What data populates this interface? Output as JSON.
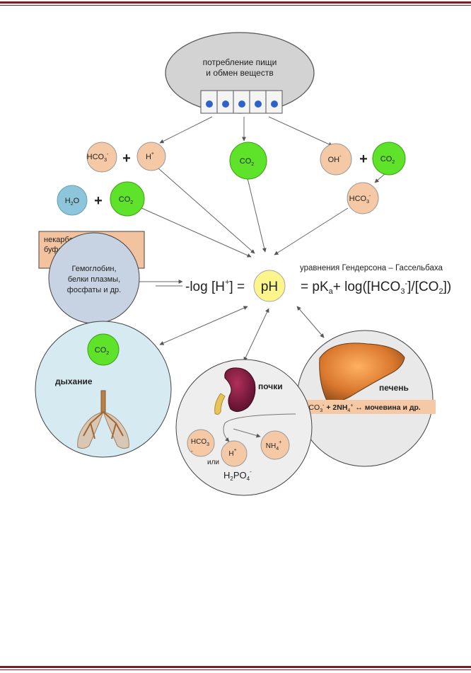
{
  "food": {
    "line1": "потребление пищи",
    "line2": "и обмен веществ"
  },
  "molecules": {
    "hco3": "HCO",
    "hco3_sub": "3",
    "hco3_sup": "-",
    "h": "H",
    "h_sup": "+",
    "co2": "CO",
    "co2_sub": "2",
    "oh": "OH",
    "oh_sup": "-",
    "h2o_h": "H",
    "h2o_sub": "2",
    "h2o_o": "O",
    "plus": "+"
  },
  "buffers": {
    "label_line1": "некарбонатные",
    "label_line2": "буферы",
    "circle_line1": "Гемоглобин,",
    "circle_line2": "белки плазмы,",
    "circle_line3": "фосфаты и др."
  },
  "equation": {
    "title": "уравнения Гендерсона – Гассельбаха",
    "left": "-log [H",
    "left_sup": "+",
    "left_end": "] =",
    "ph": "pH",
    "right_eq": "= pK",
    "right_sub": "a",
    "right_log": "+ log([HCO",
    "right_hco3_sub": "3",
    "right_hco3_sup": "-",
    "right_mid": "]/[CO",
    "right_co2_sub": "2",
    "right_end": "])"
  },
  "respiration": {
    "label": "дыхание",
    "co2": "CO",
    "co2_sub": "2"
  },
  "kidneys": {
    "label": "почки",
    "hco3": "HCO",
    "hco3_sub": "3",
    "hco3_sup": "-",
    "or": "или",
    "h": "H",
    "h_sup": "+",
    "nh4": "NH",
    "nh4_sub": "4",
    "nh4_sup": "+",
    "h2po4": "H",
    "h2po4_sub1": "2",
    "h2po4_mid": "PO",
    "h2po4_sub2": "4",
    "h2po4_sup": "-"
  },
  "liver": {
    "label": "печень",
    "reaction_a": "2HCO",
    "reaction_a_sub": "3",
    "reaction_a_sup": "-",
    "reaction_b": " + 2NH",
    "reaction_b_sub": "4",
    "reaction_b_sup": "+",
    "reaction_c": " ↔ мочевина и др."
  },
  "colors": {
    "rule": "#7a1e22",
    "peach": "#f6c9a6",
    "green": "#5ee22a",
    "blue_circle": "#8dc5da",
    "yellow": "#fbf58c",
    "buffer_circle": "#c7d3e2",
    "buffer_rect": "#f3c3a0",
    "lung_bg": "#d6eaf1",
    "grey_bg": "#eeeeee",
    "food_bg": "#d3d3d3"
  }
}
